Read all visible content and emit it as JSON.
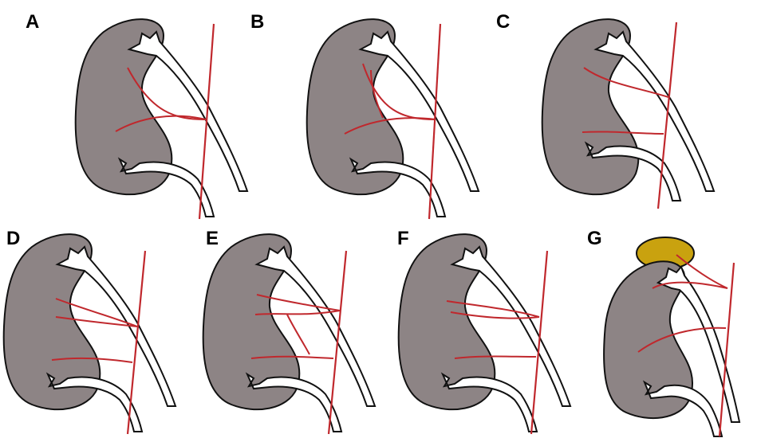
{
  "figure": {
    "colors": {
      "kidney_fill": "#8d8485",
      "outline": "#111111",
      "artery": "#c0282d",
      "adrenal": "#c9a20f"
    },
    "panels": [
      {
        "label": "A",
        "variant": "a"
      },
      {
        "label": "B",
        "variant": "b"
      },
      {
        "label": "C",
        "variant": "c"
      },
      {
        "label": "D",
        "variant": "d"
      },
      {
        "label": "E",
        "variant": "e"
      },
      {
        "label": "F",
        "variant": "f"
      },
      {
        "label": "G",
        "variant": "g"
      }
    ]
  }
}
